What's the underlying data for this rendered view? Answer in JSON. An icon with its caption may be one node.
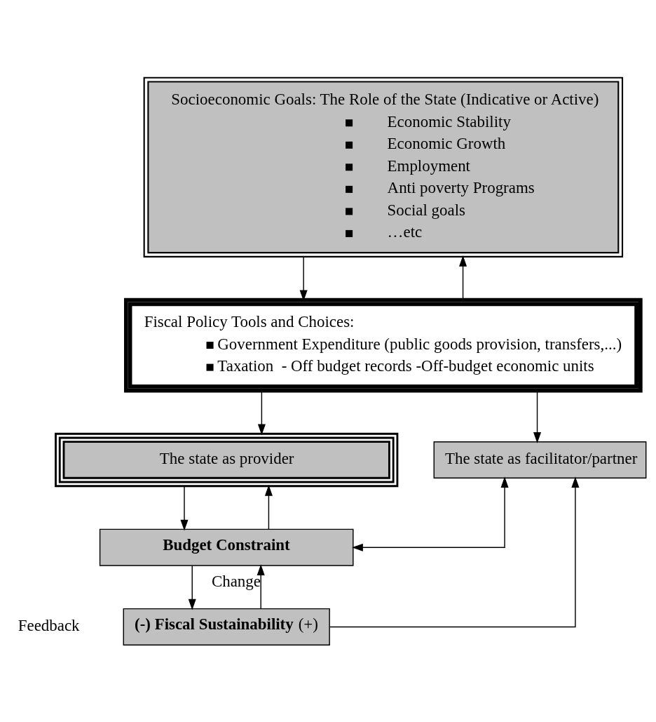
{
  "diagram": {
    "nodes": [
      {
        "text": [
          "Socioeconomic Goals: The Role of the State (Indicative or Active)",
          "Economic Stability",
          "Economic Growth",
          "Employment",
          "Anti poverty Programs",
          "Social goals",
          "…etc"
        ]
      },
      {
        "text": [
          "Fiscal Policy Tools and Choices:",
          "Government Expenditure (public goods provision, transfers,...)",
          "Taxation  - Off budget records -Off-budget economic units"
        ]
      },
      {
        "text": [
          "The state as provider"
        ]
      },
      {
        "text": [
          "The state as facilitator/partner"
        ]
      },
      {
        "text": [
          "Budget Constraint"
        ]
      },
      {
        "text": [
          "**(-) Fiscal Sustainability** (+)"
        ]
      }
    ],
    "edges": [
      {
        "from": 1,
        "to": 0,
        "arrow": "to"
      },
      {
        "from": 0,
        "to": 1,
        "arrow": "to"
      },
      {
        "from": 1,
        "to": 2,
        "arrow": "to"
      },
      {
        "from": 1,
        "to": 3,
        "arrow": "to"
      },
      {
        "from": 4,
        "to": 2,
        "arrow": "to"
      },
      {
        "from": 2,
        "to": 4,
        "arrow": "to"
      },
      {
        "from": 4,
        "to": 3,
        "arrow": "both"
      },
      {
        "from": 4,
        "to": 5,
        "arrow": "to"
      },
      {
        "from": 5,
        "to": 4,
        "arrow": "to",
        "label": "Change"
      },
      {
        "from": 5,
        "to": 3,
        "arrow": "to"
      }
    ],
    "labels": [
      "Feedback"
    ]
  }
}
